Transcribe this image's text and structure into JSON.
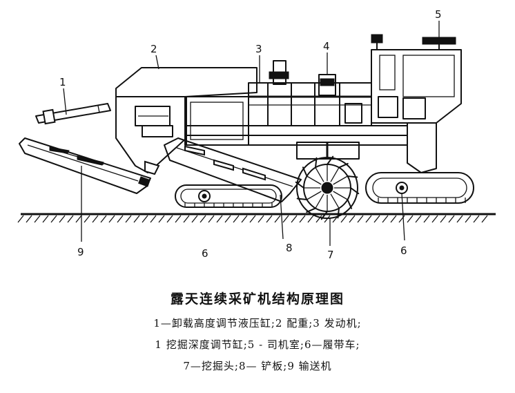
{
  "labels": {
    "l1": "1",
    "l2": "2",
    "l3": "3",
    "l4": "4",
    "l5": "5",
    "l6a": "6",
    "l6b": "6",
    "l7": "7",
    "l8": "8",
    "l9": "9"
  },
  "caption": {
    "title": "露天连续采矿机结构原理图",
    "line1": "1—卸载高度调节液压缸;2 配重;3 发动机;",
    "line2": "1 挖掘深度调节缸;5 - 司机室;6—履带车;",
    "line3": "7—挖掘头;8— 铲板;9 输送机"
  }
}
